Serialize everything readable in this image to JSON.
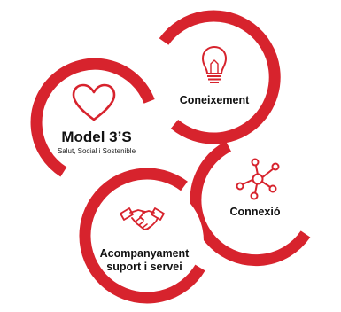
{
  "accent_color": "#d7232d",
  "nodes": {
    "model": {
      "title": "Model 3’S",
      "subtitle": "Salut, Social i Sostenible",
      "icon": "heart-icon"
    },
    "coneixement": {
      "title": "Coneixement",
      "icon": "lightbulb-icon"
    },
    "connexio": {
      "title": "Connexió",
      "icon": "network-icon"
    },
    "acompanyament": {
      "title_line1": "Acompanyament",
      "title_line2": "suport i servei",
      "icon": "handshake-icon"
    }
  }
}
